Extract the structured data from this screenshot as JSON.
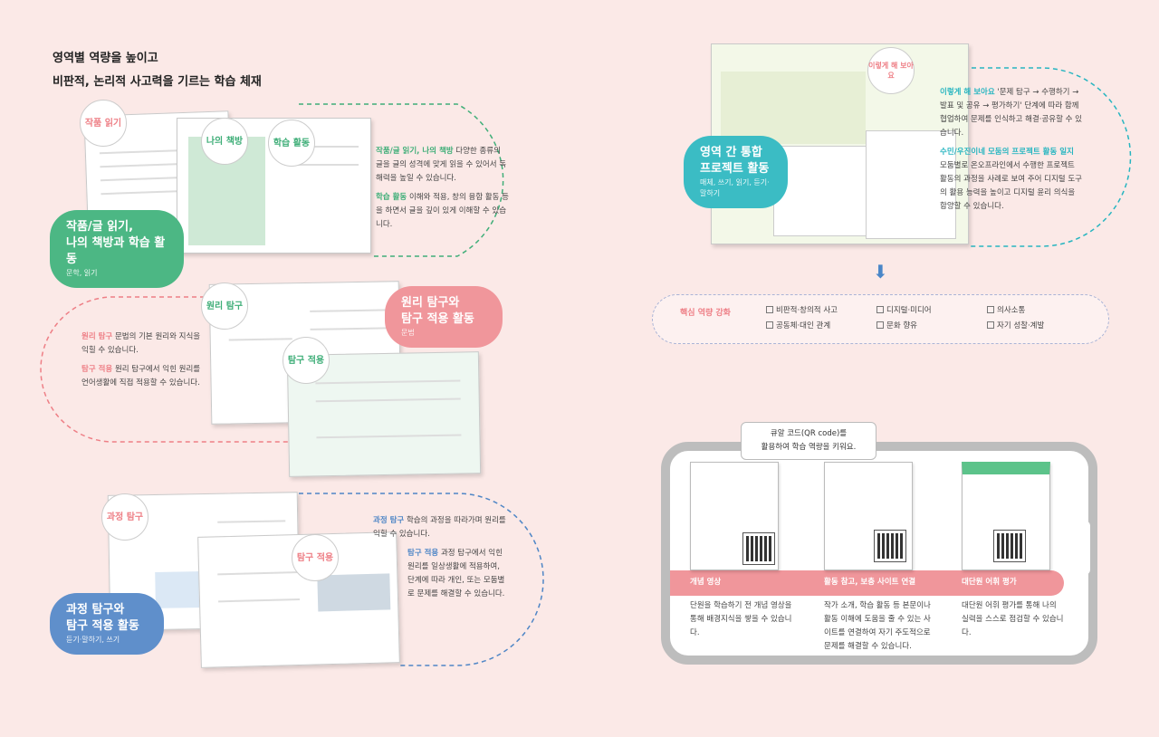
{
  "title": {
    "line1": "영역별 역량을 높이고",
    "line2": "비판적, 논리적 사고력을 기르는 학습 체재"
  },
  "sections": [
    {
      "pill_title1": "작품/글 읽기,",
      "pill_title2": "나의 책방과 학습 활동",
      "pill_sub": "문학, 읽기",
      "color": "#4cb784",
      "badges": [
        "작품 읽기",
        "나의 책방",
        "학습 활동"
      ],
      "desc": [
        {
          "hl": "작품/글 읽기, 나의 책방",
          "text": " 다양한 종류의 글을 글의 성격에 맞게 읽을 수 있어서 독해력을 높일 수 있습니다."
        },
        {
          "hl": "학습 활동",
          "text": " 이해와 적용, 창의 융합 활동 등을 하면서 글을 깊이 있게 이해할 수 있습니다."
        }
      ]
    },
    {
      "pill_title1": "원리 탐구와",
      "pill_title2": "탐구 적용 활동",
      "pill_sub": "문법",
      "color": "#f0969b",
      "badges": [
        "원리 탐구",
        "탐구 적용"
      ],
      "desc": [
        {
          "hl": "원리 탐구",
          "text": " 문법의 기본 원리와 지식을 익힐 수 있습니다."
        },
        {
          "hl": "탐구 적용",
          "text": " 원리 탐구에서 익힌 원리를 언어생활에 직접 적용할 수 있습니다."
        }
      ]
    },
    {
      "pill_title1": "과정 탐구와",
      "pill_title2": "탐구 적용 활동",
      "pill_sub": "듣기·말하기, 쓰기",
      "color": "#5f8fcb",
      "badges": [
        "과정 탐구",
        "탐구 적용"
      ],
      "desc": [
        {
          "hl": "과정 탐구",
          "text": " 학습의 과정을 따라가며 원리를 익힐 수 있습니다."
        },
        {
          "hl": "탐구 적용",
          "text": " 과정 탐구에서 익힌 원리를 일상생활에 적용하여, 단계에 따라 개인, 또는 모둠별로 문제를 해결할 수 있습니다."
        }
      ]
    },
    {
      "pill_title1": "영역 간 통합",
      "pill_title2": "프로젝트 활동",
      "pill_sub": "매체, 쓰기, 읽기, 듣기·말하기",
      "color": "#3bbcc4",
      "badges": [
        "이렇게 해 보아요"
      ],
      "desc": [
        {
          "hl": "이렇게 해 보아요",
          "text": " '문제 탐구 → 수행하기 → 발표 및 공유 → 평가하기' 단계에 따라 함께 협업하여 문제를 인식하고 해결·공유할 수 있습니다."
        },
        {
          "hl": "수민/우진이네 모둠의 프로젝트 활동 일지",
          "text": " 모둠별로 온오프라인에서 수행한 프로젝트 활동의 과정을 사례로 보여 주어 디지털 도구의 활용 능력을 높이고 디지털 윤리 의식을 함양할 수 있습니다."
        }
      ]
    }
  ],
  "core": {
    "label": "핵심 역량 강화",
    "items": [
      "비판적·창의적 사고",
      "디지털·미디어",
      "의사소통",
      "공동체·대인 관계",
      "문화 향유",
      "자기 성찰·계발"
    ]
  },
  "qr": {
    "bubble1": "큐알 코드(QR code)를",
    "bubble2": "활용하여 학습 역량을 키워요.",
    "cols": [
      {
        "title": "개념 영상",
        "desc": "단원을 학습하기 전 개념 영상을 통해 배경지식을 쌓을 수 있습니다."
      },
      {
        "title": "활동 참고, 보충 사이트 연결",
        "desc": "작가 소개, 학습 활동 등 본문이나 활동 이해에 도움을 줄 수 있는 사이트를 연결하여 자기 주도적으로 문제를 해결할 수 있습니다."
      },
      {
        "title": "대단원 어휘 평가",
        "desc": "대단원 어휘 평가를 통해 나의 실력을 스스로 점검할 수 있습니다."
      }
    ]
  }
}
